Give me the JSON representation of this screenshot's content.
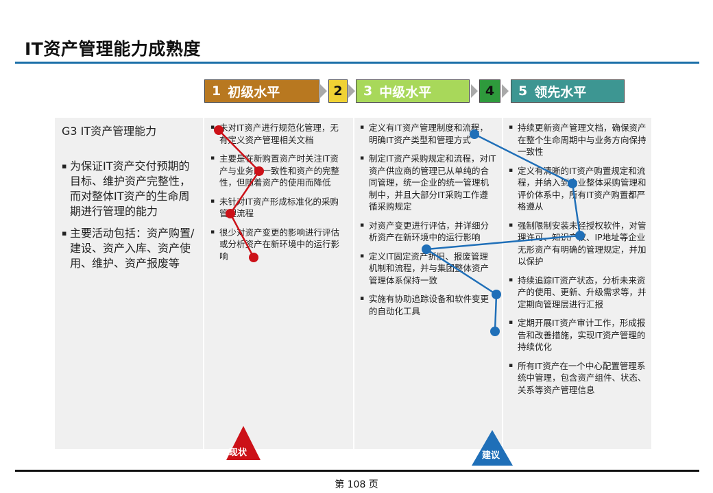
{
  "title": "IT资产管理能力成熟度",
  "levels": [
    {
      "num": "1",
      "label": "初级水平",
      "color": "#b87820"
    },
    {
      "num": "2",
      "label": "",
      "color": "#f0d234"
    },
    {
      "num": "3",
      "label": "中级水平",
      "color": "#a8d85a"
    },
    {
      "num": "4",
      "label": "",
      "color": "#2e9a3c"
    },
    {
      "num": "5",
      "label": "领先水平",
      "color": "#3d9692"
    }
  ],
  "left_panel": {
    "title": "G3 IT资产管理能力",
    "items": [
      "为保证IT资产交付预期的目标、维护资产完整性，而对整体IT资产的生命周期进行管理的能力",
      "主要活动包括：资产购置/建设、资产入库、资产使用、维护、资产报废等"
    ]
  },
  "column_1": [
    "未对IT资产进行规范化管理，无有定义资产管理相关文档",
    "主要是在新购置资产时关注IT资产与业务的一致性和资产的完整性，但随着资产的使用而降低",
    "未针对IT资产形成标准化的采购管理流程",
    "很少对资产变更的影响进行评估或分析资产在新环境中的运行影响"
  ],
  "column_3": [
    "定义有IT资产管理制度和流程，明确IT资产类型和管理方式",
    "制定IT资产采购规定和流程，对IT资产供应商的管理已从单纯的合同管理，统一企业的统一管理机制中，并且大部分IT采购工作遵循采购规定",
    "对资产变更进行评估，并详细分析资产在新环境中的运行影响",
    "定义IT固定资产折旧、报废管理机制和流程，并与集团整体资产管理体系保持一致",
    "实施有协助追踪设备和软件变更的自动化工具"
  ],
  "column_5": [
    "持续更新资产管理文档，确保资产在整个生命周期中与业务方向保持一致性",
    "定义有清晰的IT资产购置规定和流程，并纳入到企业整体采购管理和评价体系中，所有IT资产购置都严格遵从",
    "强制限制安装未经授权软件，对管理许可、知识产权、IP地址等企业无形资产有明确的管理规定，并加以保护",
    "持续追踪IT资产状态，分析未来资产的使用、更新、升级需求等，并定期向管理层进行汇报",
    "定期开展IT资产审计工作，形成报告和改善措施，实现IT资产管理的持续优化",
    "所有IT资产在一个中心配置管理系统中管理，包含资产组件、状态、关系等资产管理信息"
  ],
  "markers": {
    "current_label": "现状",
    "current_color": "#cc1118",
    "target_label": "建议",
    "target_color": "#1f6fb8"
  },
  "page_number": "第 108 页"
}
